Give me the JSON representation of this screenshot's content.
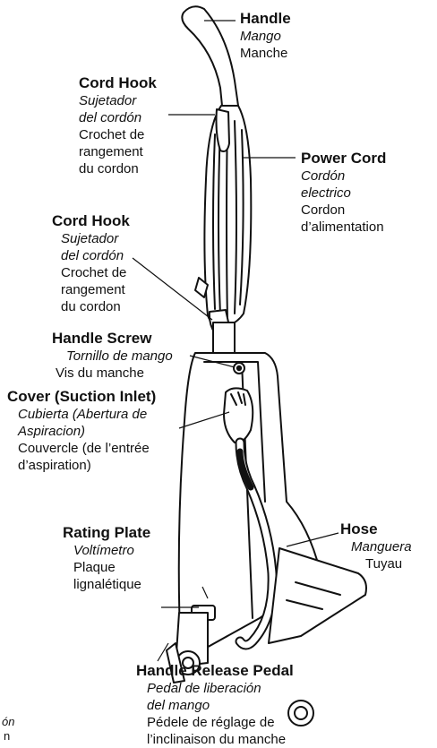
{
  "labels": {
    "handle": {
      "en": "Handle",
      "es": "Mango",
      "fr": "Manche"
    },
    "cord_hook_top": {
      "en": "Cord Hook",
      "es1": "Sujetador",
      "es2": "del cordón",
      "fr1": "Crochet de",
      "fr2": "rangement",
      "fr3": "du cordon"
    },
    "power_cord": {
      "en": "Power Cord",
      "es1": "Cordón",
      "es2": "electrico",
      "fr1": "Cordon",
      "fr2": "d’alimentation"
    },
    "cord_hook_low": {
      "en": "Cord Hook",
      "es1": "Sujetador",
      "es2": "del cordón",
      "fr1": "Crochet de",
      "fr2": "rangement",
      "fr3": "du cordon"
    },
    "handle_screw": {
      "en": "Handle Screw",
      "es": "Tornillo de mango",
      "fr": "Vis du manche"
    },
    "cover": {
      "en": "Cover (Suction Inlet)",
      "es1": "Cubierta (Abertura de",
      "es2": "Aspiracion)",
      "fr1": "Couvercle (de l’entrée",
      "fr2": "d’aspiration)"
    },
    "hose": {
      "en": "Hose",
      "es": "Manguera",
      "fr": "Tuyau"
    },
    "rating_plate": {
      "en": "Rating Plate",
      "es": "Voltímetro",
      "fr1": "Plaque",
      "fr2": "lignalétique"
    },
    "release_pedal": {
      "en": "Handle Release Pedal",
      "es1": "Pedal de liberación",
      "es2": "del mango",
      "fr1": "Pédele de réglage de",
      "fr2": "l’inclinaison du manche"
    },
    "cut_off": {
      "es": "ón",
      "fr": "n"
    }
  }
}
